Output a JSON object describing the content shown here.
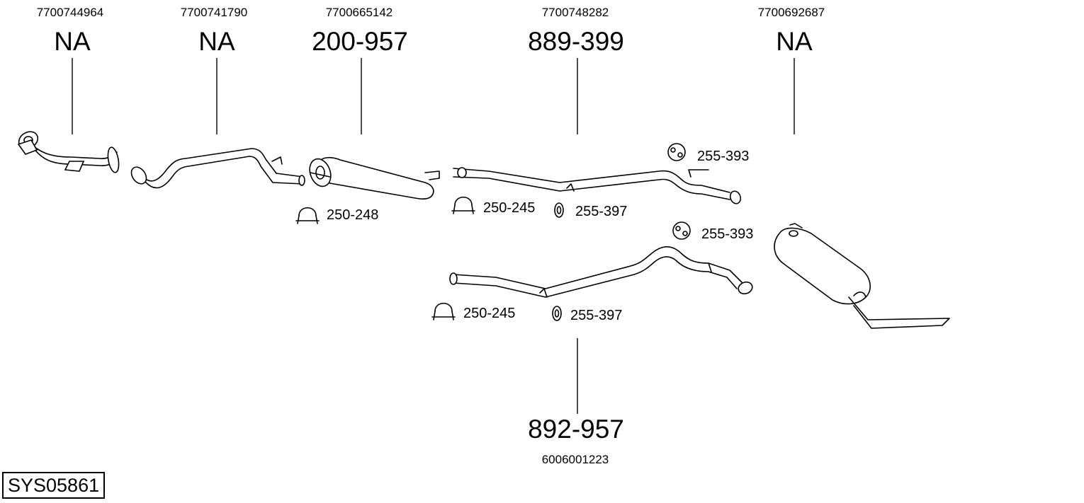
{
  "system_code": "SYS05861",
  "top_parts": [
    {
      "oem": "7700744964",
      "ref": "NA"
    },
    {
      "oem": "7700741790",
      "ref": "NA"
    },
    {
      "oem": "7700665142",
      "ref": "200-957"
    },
    {
      "oem": "7700748282",
      "ref": "889-399"
    },
    {
      "oem": "7700692687",
      "ref": "NA"
    }
  ],
  "bottom_part": {
    "oem": "6006001223",
    "ref": "892-957"
  },
  "accessories": [
    {
      "code": "255-393",
      "type": "rubber-hanger"
    },
    {
      "code": "250-248",
      "type": "clamp"
    },
    {
      "code": "250-245",
      "type": "clamp"
    },
    {
      "code": "255-397",
      "type": "ring"
    },
    {
      "code": "255-393",
      "type": "rubber-hanger"
    },
    {
      "code": "250-245",
      "type": "clamp"
    },
    {
      "code": "255-397",
      "type": "ring"
    }
  ]
}
